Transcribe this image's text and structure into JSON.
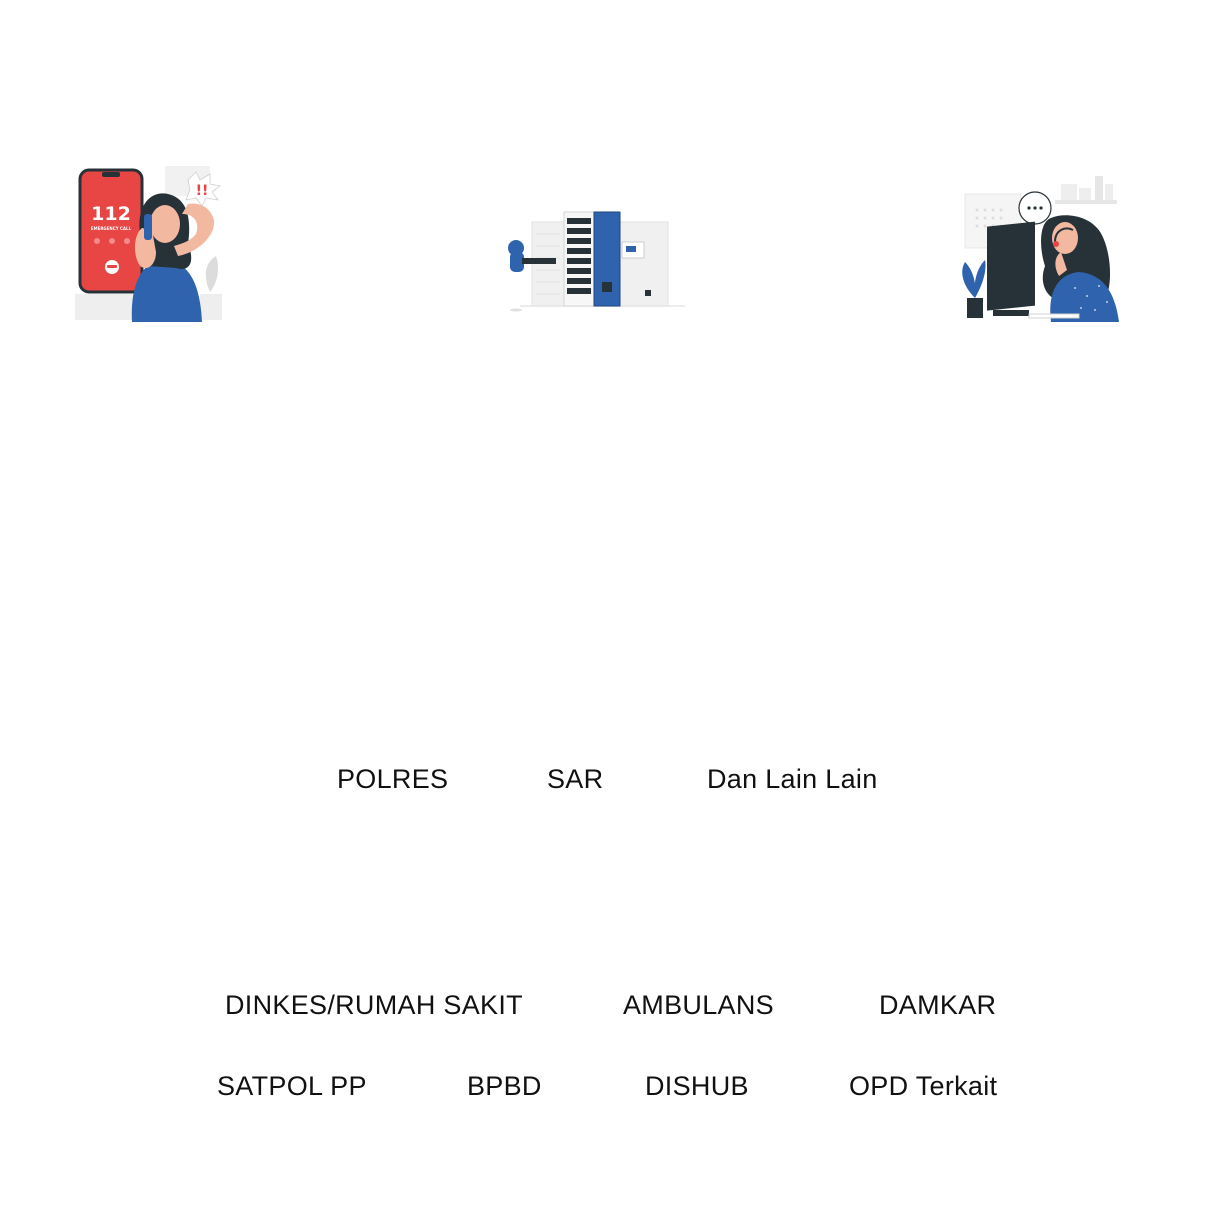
{
  "illustrations": [
    {
      "name": "emergency-call-112",
      "phone_number": "112",
      "phone_caption": "EMERGENCY CALL",
      "accent": "#e84545"
    },
    {
      "name": "server-rack",
      "accent": "#2f63ad"
    },
    {
      "name": "call-center-operator",
      "accent": "#2f63ad"
    }
  ],
  "agencies_row1": [
    "POLRES",
    "SAR",
    "Dan Lain Lain"
  ],
  "agencies_row2": [
    "DINKES/RUMAH SAKIT",
    "AMBULANS",
    "DAMKAR"
  ],
  "agencies_row3": [
    "SATPOL PP",
    "BPBD",
    "DISHUB",
    "OPD Terkait"
  ],
  "colors": {
    "background": "#ffffff",
    "text": "#111111",
    "accent_red": "#e84545",
    "accent_blue": "#2f63ad"
  }
}
